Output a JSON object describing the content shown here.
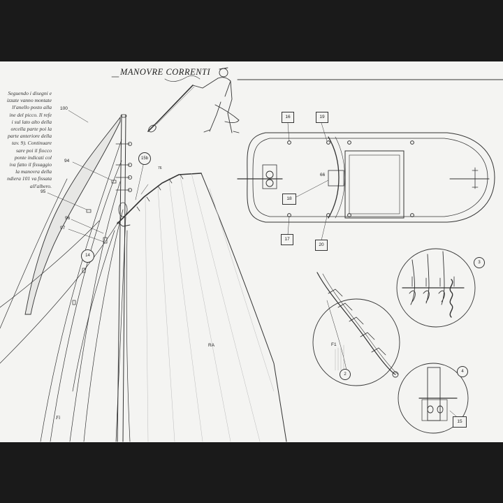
{
  "header": {
    "title": "MANOVRE CORRENTI"
  },
  "intro_lines": [
    "Seguendo i disegni e",
    "izzate vanno montate",
    "ll'anello posto alla",
    "ine del picco. Il refe",
    "i sul lato alto della",
    "orcella parte poi la",
    "parte anteriore della",
    "tav. 9). Continuare",
    "sare poi il fiocco",
    "ponte indicati col",
    "iva fatto il fissaggio",
    "la manovra della",
    "ndiera 101 va fissata",
    "all'albero."
  ],
  "mast_labels": {
    "l100": "100",
    "l94": "94",
    "l95": "95",
    "l96": "96",
    "l97": "97",
    "l76": "76",
    "l15b": "15b",
    "l14": "14",
    "ra": "RA",
    "fi": "Fi"
  },
  "hull_labels": {
    "l16": "16",
    "l17": "17",
    "l18": "18",
    "l19": "19",
    "l20": "20",
    "l66": "66"
  },
  "detail_labels": {
    "d2": "2",
    "d3": "3",
    "d4": "4",
    "d15": "15",
    "f1": "F1"
  }
}
